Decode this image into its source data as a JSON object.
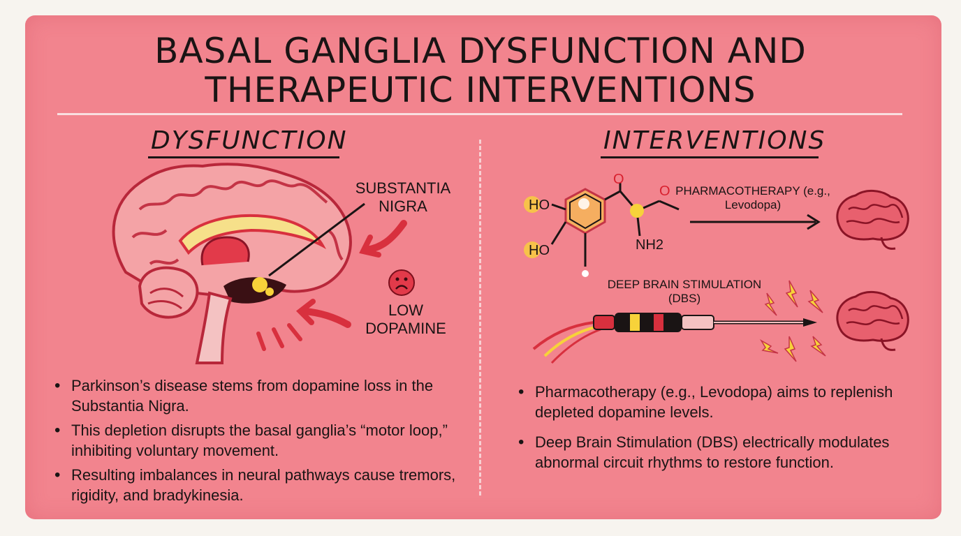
{
  "title": {
    "line1": "BASAL GANGLIA DYSFUNCTION AND",
    "line2": "THERAPEUTIC INTERVENTIONS"
  },
  "dysfunction": {
    "heading": "DYSFUNCTION",
    "substantia_nigra_label": "SUBSTANTIA NIGRA",
    "low_dopamine_label": "LOW DOPAMINE",
    "bullets": [
      "Parkinson’s disease stems from dopamine loss in the Substantia Nigra.",
      "This depletion disrupts the basal ganglia’s “motor loop,” inhibiting voluntary movement.",
      "Resulting imbalances in neural pathways cause tremors, rigidity, and bradykinesia."
    ]
  },
  "interventions": {
    "heading": "INTERVENTIONS",
    "chemical": {
      "ho_top": "HO",
      "ho_bottom": "HO",
      "oxygen_top": "O",
      "oxygen_side": "O",
      "amine": "NH2"
    },
    "pharmacotherapy_label": "PHARMACOTHERAPY (e.g., Levodopa)",
    "dbs_label": "DEEP BRAIN STIMULATION (DBS)",
    "bullets": [
      "Pharmacotherapy (e.g., Levodopa) aims to replenish depleted dopamine levels.",
      "Deep Brain Stimulation (DBS) electrically modulates abnormal circuit rhythms to restore function."
    ]
  },
  "colors": {
    "panel": "#f2848e",
    "brain_pink": "#f4a3a6",
    "brain_red": "#d8303e",
    "dopamine_yellow": "#f7d23a",
    "ink": "#1a1414"
  },
  "icons": [
    "brain-sagittal-icon",
    "sad-face-icon",
    "dopamine-molecule-icon",
    "brain-icon",
    "dbs-electrode-icon",
    "lightning-spark-icon"
  ]
}
